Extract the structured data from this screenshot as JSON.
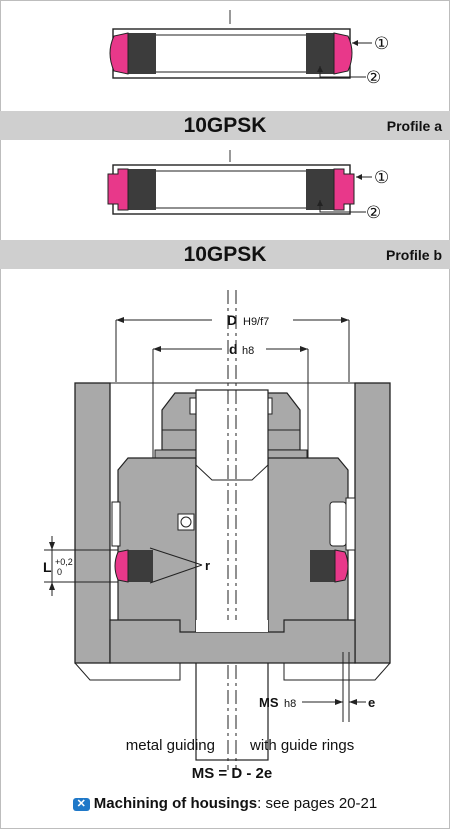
{
  "callouts": {
    "one": "①",
    "two": "②"
  },
  "profile_a": {
    "code": "10GPSK",
    "label": "Profile a"
  },
  "profile_b": {
    "code": "10GPSK",
    "label": "Profile b"
  },
  "dims": {
    "D": "D",
    "D_fit": "H9/f7",
    "d": "d",
    "d_fit": "h8",
    "L": "L",
    "L_upper": "+0,2",
    "L_lower": "0",
    "r": "r",
    "MS": "MS",
    "MS_fit": "h8",
    "e": "e"
  },
  "captions": {
    "left": "metal guiding",
    "right": "with guide rings",
    "formula": "MS = D - 2e"
  },
  "machining": {
    "icon": "x-arrow-icon",
    "bold": "Machining of housings",
    "rest": ": see pages 20-21"
  },
  "colors": {
    "seal": "#e8388a",
    "ring": "#3c3c3c",
    "band": "#cfcfcf",
    "housing": "#a9a9a9",
    "accent": "#1f78c8"
  }
}
